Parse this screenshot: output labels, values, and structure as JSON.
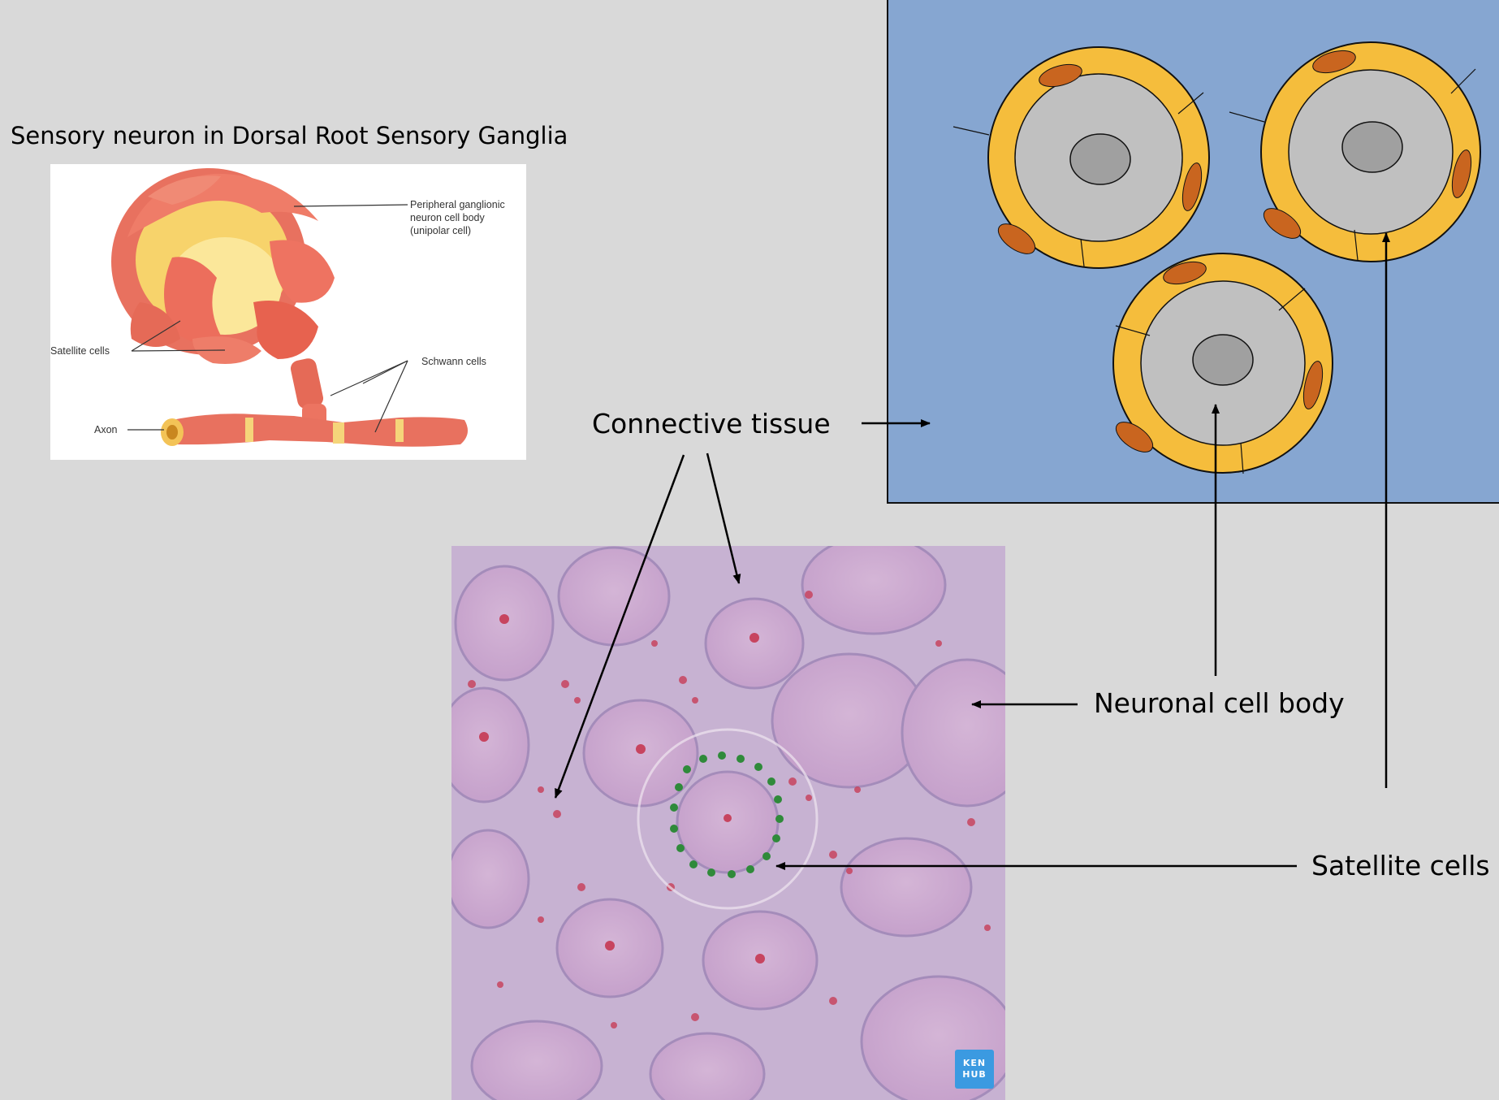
{
  "title": "Sensory neuron in Dorsal Root Sensory Ganglia",
  "illustration": {
    "labels": {
      "peripheral": "Peripheral ganglionic neuron cell body (unipolar cell)",
      "peripheral_l1": "Peripheral ganglionic",
      "peripheral_l2": "neuron cell body",
      "peripheral_l3": "(unipolar cell)",
      "satellite": "Satellite cells",
      "schwann": "Schwann cells",
      "axon": "Axon"
    }
  },
  "labels": {
    "connective_tissue": "Connective tissue",
    "neuronal_cell_body": "Neuronal cell body",
    "satellite_cells": "Satellite cells"
  },
  "micrograph": {
    "watermark_l1": "KEN",
    "watermark_l2": "HUB"
  },
  "colors": {
    "background": "#d9d9d9",
    "scheme_bg": "#86a6d1",
    "satellite_ring": "#f5bd3c",
    "neuron": "#c0c0c0",
    "nucleus": "#a0a0a0",
    "satellite_nucleus": "#c9651f",
    "tissue": "#b896c4"
  }
}
